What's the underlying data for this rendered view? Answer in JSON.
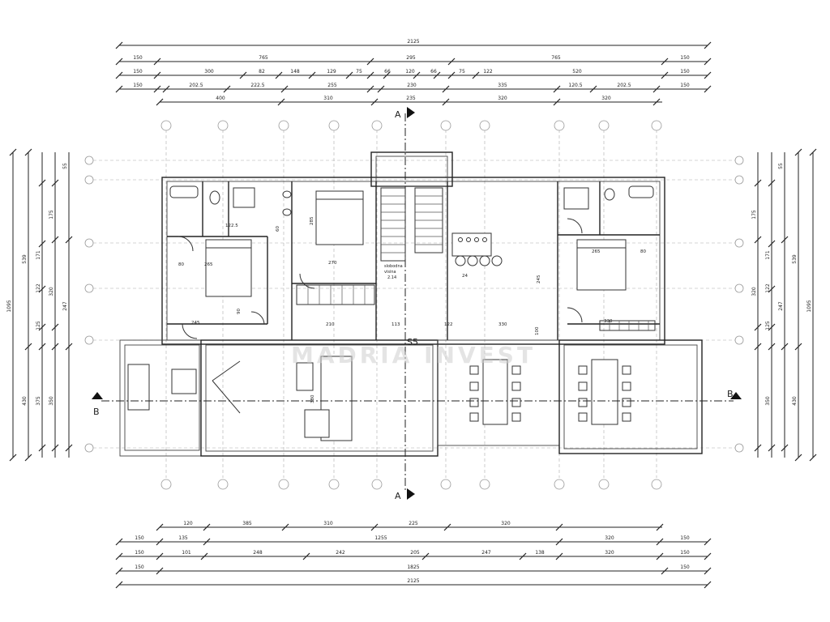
{
  "top_dimensions": {
    "row1": [
      "2125"
    ],
    "row2": [
      "150",
      "765",
      "295",
      "765",
      "150"
    ],
    "row3": [
      "150",
      "300",
      "82",
      "148",
      "129",
      "75",
      "66",
      "120",
      "66",
      "75",
      "122",
      "520",
      "150"
    ],
    "row4": [
      "150",
      "202.5",
      "222.5",
      "255",
      "230",
      "335",
      "120.5",
      "202.5",
      "150"
    ],
    "row5": [
      "400",
      "310",
      "235",
      "320",
      "320"
    ]
  },
  "bottom_dimensions": {
    "row1": [
      "120",
      "385",
      "310",
      "225",
      "320"
    ],
    "row2": [
      "150",
      "135",
      "1255",
      "320",
      "150"
    ],
    "row3": [
      "150",
      "101",
      "248",
      "242",
      "205",
      "247",
      "138",
      "320",
      "150"
    ],
    "row4": [
      "150",
      "1825",
      "150"
    ],
    "row5": [
      "2125"
    ]
  },
  "left_dimensions": [
    "1095",
    "539",
    "171",
    "122",
    "375",
    "430",
    "247",
    "125",
    "320",
    "350",
    "175",
    "55"
  ],
  "right_dimensions": [
    "1095",
    "539",
    "171",
    "122",
    "320",
    "350",
    "430",
    "247",
    "125",
    "175",
    "55"
  ],
  "interior_dimensions": [
    "122.5",
    "265",
    "80",
    "270",
    "245",
    "210",
    "113",
    "122",
    "330",
    "265",
    "80",
    "330",
    "24",
    "245",
    "285",
    "380",
    "90",
    "100",
    "60"
  ],
  "section_labels": {
    "a_top": "A",
    "a_bottom": "A",
    "b_left": "B",
    "b_right": "B",
    "s5": "S5"
  },
  "stair_note": {
    "line1": "slobodna",
    "line2": "visina",
    "line3": "2.14"
  },
  "watermark": "MADRIA INVEST"
}
